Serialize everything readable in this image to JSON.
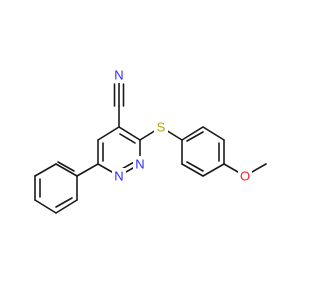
{
  "molecule": {
    "atoms": {
      "n_nitrile": {
        "symbol": "N",
        "color": "#2c2cff"
      },
      "n_ring_a": {
        "symbol": "N",
        "color": "#2c2cff"
      },
      "n_ring_b": {
        "symbol": "N",
        "color": "#2c2cff"
      },
      "s_thio": {
        "symbol": "S",
        "color": "#b8a100"
      },
      "o_methoxy": {
        "symbol": "O",
        "color": "#ff2020"
      }
    },
    "bond_color": "#1a1a1a"
  }
}
